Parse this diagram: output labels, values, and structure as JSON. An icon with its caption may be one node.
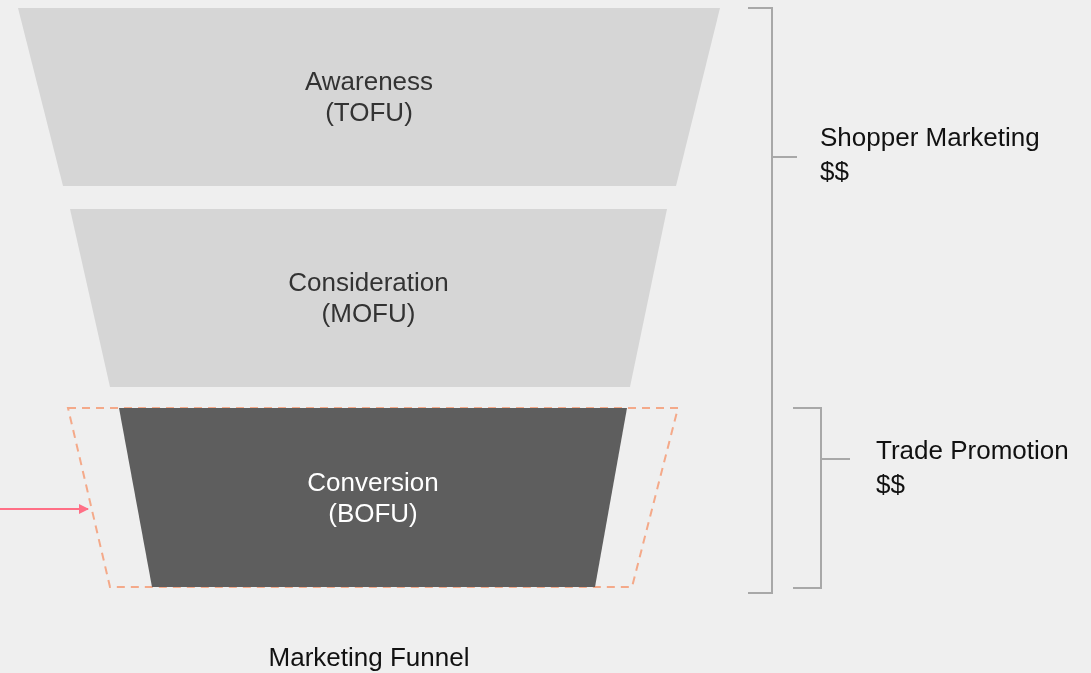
{
  "diagram": {
    "caption": "Marketing Funnel",
    "nodes": [
      {
        "text": [
          "Awareness (TOFU)"
        ]
      },
      {
        "text": [
          "Consideration (MOFU)"
        ]
      },
      {
        "text": [],
        "shape": "trapezoid"
      },
      {
        "text": [
          "Conversion (BOFU)"
        ],
        "in": 2
      }
    ],
    "edges": [
      {
        "from": null,
        "to": 2,
        "arrow": "to"
      }
    ],
    "labels": [
      "Shopper Marketing $$",
      "Trade Promotion $$"
    ]
  }
}
